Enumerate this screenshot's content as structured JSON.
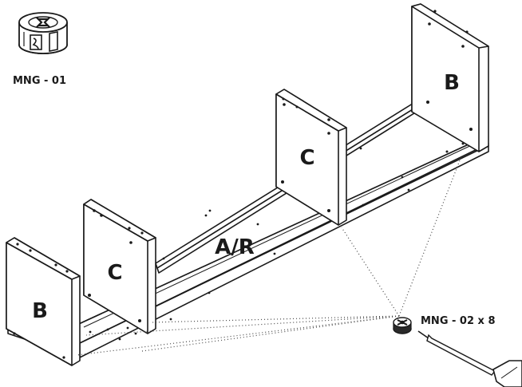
{
  "parts": {
    "panel_b_left": "B",
    "panel_c_left": "C",
    "panel_ar": "A/R",
    "panel_c_right": "C",
    "panel_b_right": "B"
  },
  "hardware": {
    "cam_lock_label": "MNG - 01",
    "cam_pin_label": "MNG - 02 x 8"
  },
  "icons": {
    "cam_lock": "cam-lock-icon",
    "cam_pin": "cam-pin-icon",
    "screwdriver": "screwdriver-icon"
  }
}
